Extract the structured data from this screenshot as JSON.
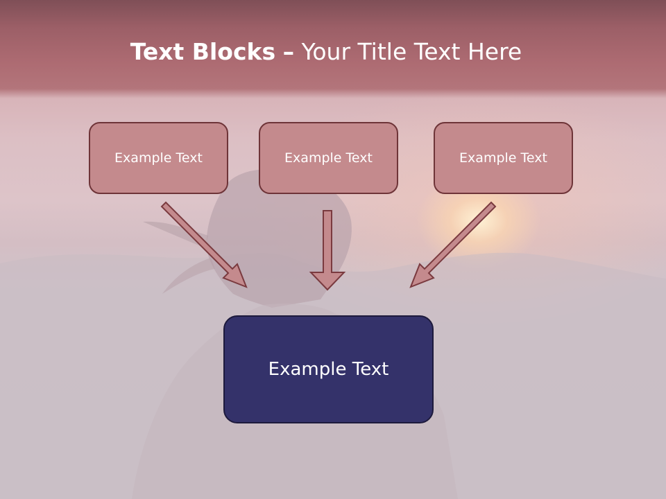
{
  "slide": {
    "title_bold": "Text Blocks",
    "title_dash": "–",
    "title_rest": "Your Title Text Here"
  },
  "blocks": [
    {
      "label": "Example Text"
    },
    {
      "label": "Example Text"
    },
    {
      "label": "Example Text"
    }
  ],
  "main_block": {
    "label": "Example Text"
  },
  "colors": {
    "block_fill": "#c48a8d",
    "block_border": "#6e3438",
    "arrow_fill": "#c48a8d",
    "arrow_stroke": "#7a3a3f",
    "main_fill": "#34326a",
    "main_border": "#1d1a3c",
    "header_band": "#ad6b72"
  },
  "icons": {
    "arrows": [
      "arrow-down-right-icon",
      "arrow-down-icon",
      "arrow-down-left-icon"
    ]
  }
}
